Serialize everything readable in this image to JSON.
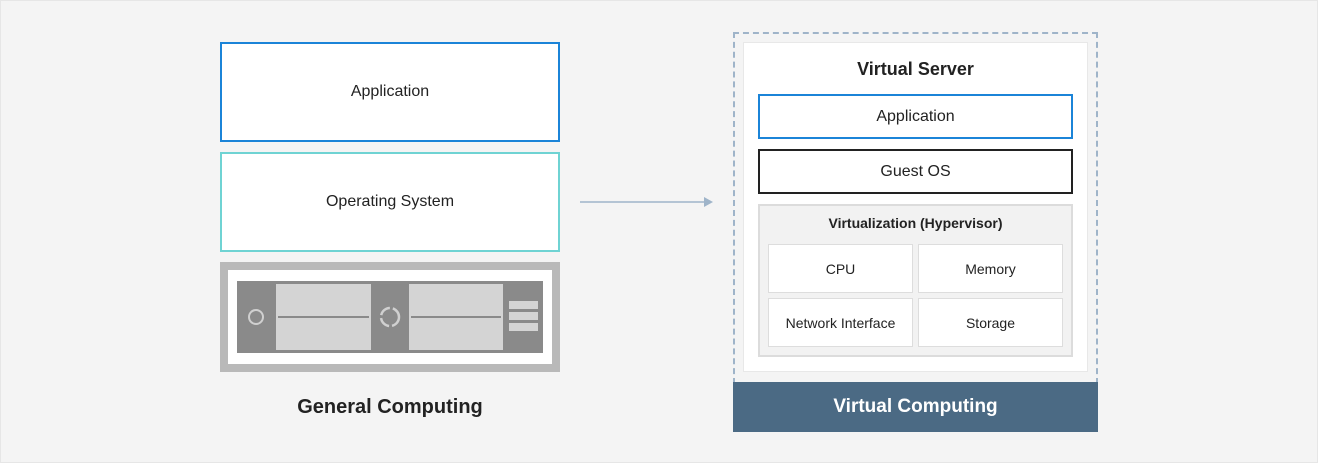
{
  "general": {
    "application": "Application",
    "operating_system": "Operating System",
    "caption": "General Computing"
  },
  "virtual": {
    "server_title": "Virtual Server",
    "application": "Application",
    "guest_os": "Guest OS",
    "hypervisor_title": "Virtualization (Hypervisor)",
    "resources": {
      "cpu": "CPU",
      "memory": "Memory",
      "network": "Network Interface",
      "storage": "Storage"
    },
    "caption": "Virtual Computing"
  },
  "colors": {
    "application_border": "#1b84d8",
    "os_border": "#6fd3d3",
    "caption_bar": "#4b6a84",
    "dashed_border": "#9fb4c9",
    "arrow": "#9fb4c9"
  },
  "icons": [
    "server-hardware-icon",
    "arrow-right-icon"
  ]
}
